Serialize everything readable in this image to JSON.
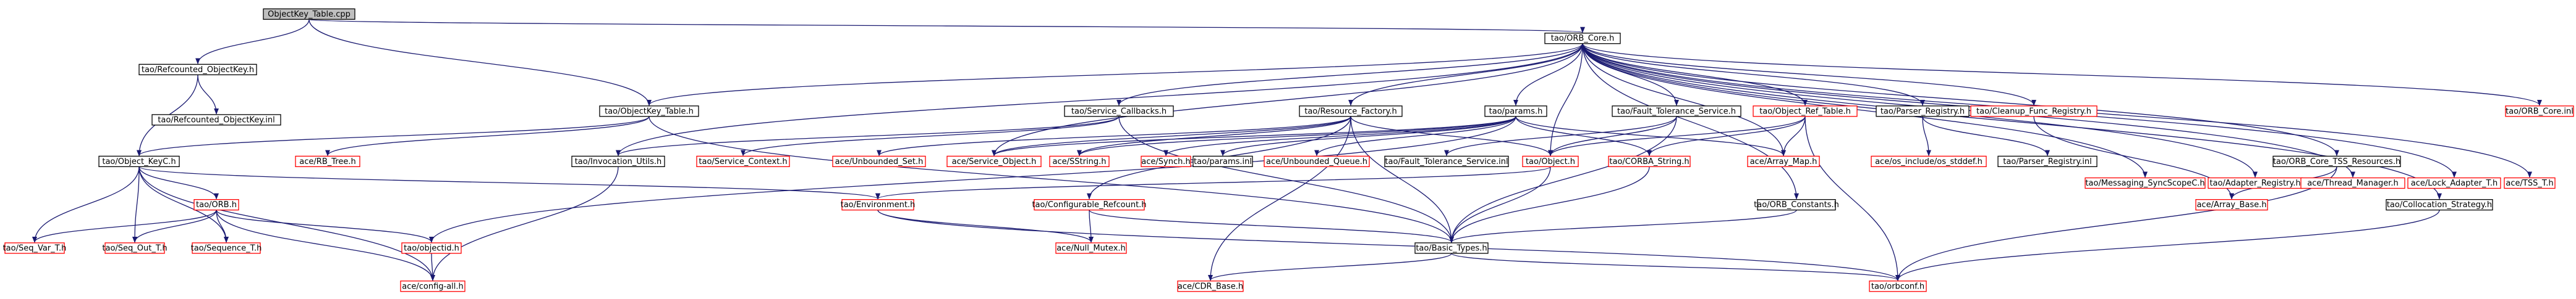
{
  "colors": {
    "background": "#ffffff",
    "edge": "#191970",
    "node_border_normal": "#000000",
    "node_border_missing": "#ff0000",
    "node_fill_root": "#bfbfbf",
    "node_fill": "#ffffff"
  },
  "nodes": [
    {
      "id": "root",
      "label": "ObjectKey_Table.cpp",
      "style": "root"
    },
    {
      "id": "refcounted_objectkey_h",
      "label": "tao/Refcounted_ObjectKey.h",
      "style": "normal"
    },
    {
      "id": "orb_core_h",
      "label": "tao/ORB_Core.h",
      "style": "normal"
    },
    {
      "id": "objectkey_table_h",
      "label": "tao/ObjectKey_Table.h",
      "style": "normal"
    },
    {
      "id": "refcounted_objectkey_inl",
      "label": "tao/Refcounted_ObjectKey.inl",
      "style": "normal"
    },
    {
      "id": "object_keyc_h",
      "label": "tao/Object_KeyC.h",
      "style": "normal"
    },
    {
      "id": "rb_tree_h",
      "label": "ace/RB_Tree.h",
      "style": "missing"
    },
    {
      "id": "service_callbacks_h",
      "label": "tao/Service_Callbacks.h",
      "style": "normal"
    },
    {
      "id": "resource_factory_h",
      "label": "tao/Resource_Factory.h",
      "style": "normal"
    },
    {
      "id": "params_h",
      "label": "tao/params.h",
      "style": "normal"
    },
    {
      "id": "fault_tolerance_service_h",
      "label": "tao/Fault_Tolerance_Service.h",
      "style": "normal"
    },
    {
      "id": "object_ref_table_h",
      "label": "tao/Object_Ref_Table.h",
      "style": "missing"
    },
    {
      "id": "parser_registry_h",
      "label": "tao/Parser_Registry.h",
      "style": "normal"
    },
    {
      "id": "cleanup_func_registry_h",
      "label": "tao/Cleanup_Func_Registry.h",
      "style": "missing"
    },
    {
      "id": "messaging_syncscopec_h",
      "label": "tao/Messaging_SyncScopeC.h",
      "style": "missing"
    },
    {
      "id": "adapter_registry_h",
      "label": "tao/Adapter_Registry.h",
      "style": "missing"
    },
    {
      "id": "thread_manager_h",
      "label": "ace/Thread_Manager.h",
      "style": "missing"
    },
    {
      "id": "lock_adapter_t_h",
      "label": "ace/Lock_Adapter_T.h",
      "style": "missing"
    },
    {
      "id": "tss_t_h",
      "label": "ace/TSS_T.h",
      "style": "missing"
    },
    {
      "id": "orb_core_inl",
      "label": "tao/ORB_Core.inl",
      "style": "missing"
    },
    {
      "id": "invocation_utils_h",
      "label": "tao/Invocation_Utils.h",
      "style": "normal"
    },
    {
      "id": "service_context_h",
      "label": "tao/Service_Context.h",
      "style": "missing"
    },
    {
      "id": "unbounded_set_h",
      "label": "ace/Unbounded_Set.h",
      "style": "missing"
    },
    {
      "id": "service_object_h",
      "label": "ace/Service_Object.h",
      "style": "missing"
    },
    {
      "id": "sstring_h",
      "label": "ace/SString.h",
      "style": "missing"
    },
    {
      "id": "synch_h",
      "label": "ace/Synch.h",
      "style": "missing"
    },
    {
      "id": "params_inl",
      "label": "tao/params.inl",
      "style": "normal"
    },
    {
      "id": "unbounded_queue_h",
      "label": "ace/Unbounded_Queue.h",
      "style": "missing"
    },
    {
      "id": "fault_tolerance_service_inl",
      "label": "tao/Fault_Tolerance_Service.inl",
      "style": "normal"
    },
    {
      "id": "object_h",
      "label": "tao/Object.h",
      "style": "missing"
    },
    {
      "id": "corba_string_h",
      "label": "tao/CORBA_String.h",
      "style": "missing"
    },
    {
      "id": "array_map_h",
      "label": "ace/Array_Map.h",
      "style": "missing"
    },
    {
      "id": "os_include_os_stddef_h",
      "label": "ace/os_include/os_stddef.h",
      "style": "missing"
    },
    {
      "id": "parser_registry_inl",
      "label": "tao/Parser_Registry.inl",
      "style": "normal"
    },
    {
      "id": "orb_core_tss_resources_h",
      "label": "tao/ORB_Core_TSS_Resources.h",
      "style": "normal"
    },
    {
      "id": "orb_h",
      "label": "tao/ORB.h",
      "style": "missing"
    },
    {
      "id": "environment_h",
      "label": "tao/Environment.h",
      "style": "missing"
    },
    {
      "id": "configurable_refcount_h",
      "label": "tao/Configurable_Refcount.h",
      "style": "missing"
    },
    {
      "id": "orb_constants_h",
      "label": "tao/ORB_Constants.h",
      "style": "normal"
    },
    {
      "id": "array_base_h",
      "label": "ace/Array_Base.h",
      "style": "missing"
    },
    {
      "id": "collocation_strategy_h",
      "label": "tao/Collocation_Strategy.h",
      "style": "normal"
    },
    {
      "id": "seq_var_t_h",
      "label": "tao/Seq_Var_T.h",
      "style": "missing"
    },
    {
      "id": "seq_out_t_h",
      "label": "tao/Seq_Out_T.h",
      "style": "missing"
    },
    {
      "id": "sequence_t_h",
      "label": "tao/Sequence_T.h",
      "style": "missing"
    },
    {
      "id": "objectid_h",
      "label": "tao/objectid.h",
      "style": "missing"
    },
    {
      "id": "null_mutex_h",
      "label": "ace/Null_Mutex.h",
      "style": "missing"
    },
    {
      "id": "basic_types_h",
      "label": "tao/Basic_Types.h",
      "style": "normal"
    },
    {
      "id": "config_all_h",
      "label": "ace/config-all.h",
      "style": "missing"
    },
    {
      "id": "cdr_base_h",
      "label": "ace/CDR_Base.h",
      "style": "missing"
    },
    {
      "id": "orbconf_h",
      "label": "tao/orbconf.h",
      "style": "missing"
    }
  ],
  "edges": [
    [
      "root",
      "refcounted_objectkey_h"
    ],
    [
      "root",
      "orb_core_h"
    ],
    [
      "root",
      "objectkey_table_h"
    ],
    [
      "refcounted_objectkey_h",
      "refcounted_objectkey_inl"
    ],
    [
      "refcounted_objectkey_h",
      "object_keyc_h"
    ],
    [
      "objectkey_table_h",
      "object_keyc_h"
    ],
    [
      "objectkey_table_h",
      "rb_tree_h"
    ],
    [
      "objectkey_table_h",
      "basic_types_h"
    ],
    [
      "orb_core_h",
      "objectkey_table_h"
    ],
    [
      "orb_core_h",
      "service_callbacks_h"
    ],
    [
      "orb_core_h",
      "resource_factory_h"
    ],
    [
      "orb_core_h",
      "params_h"
    ],
    [
      "orb_core_h",
      "fault_tolerance_service_h"
    ],
    [
      "orb_core_h",
      "object_ref_table_h"
    ],
    [
      "orb_core_h",
      "parser_registry_h"
    ],
    [
      "orb_core_h",
      "cleanup_func_registry_h"
    ],
    [
      "orb_core_h",
      "messaging_syncscopec_h"
    ],
    [
      "orb_core_h",
      "adapter_registry_h"
    ],
    [
      "orb_core_h",
      "thread_manager_h"
    ],
    [
      "orb_core_h",
      "lock_adapter_t_h"
    ],
    [
      "orb_core_h",
      "tss_t_h"
    ],
    [
      "orb_core_h",
      "orb_core_inl"
    ],
    [
      "orb_core_h",
      "orb_core_tss_resources_h"
    ],
    [
      "orb_core_h",
      "collocation_strategy_h"
    ],
    [
      "orb_core_h",
      "object_h"
    ],
    [
      "orb_core_h",
      "orb_constants_h"
    ],
    [
      "orb_core_h",
      "invocation_utils_h"
    ],
    [
      "orb_core_h",
      "service_object_h"
    ],
    [
      "orb_core_h",
      "array_map_h"
    ],
    [
      "object_keyc_h",
      "orb_h"
    ],
    [
      "object_keyc_h",
      "seq_var_t_h"
    ],
    [
      "object_keyc_h",
      "seq_out_t_h"
    ],
    [
      "object_keyc_h",
      "sequence_t_h"
    ],
    [
      "object_keyc_h",
      "environment_h"
    ],
    [
      "object_keyc_h",
      "config_all_h"
    ],
    [
      "orb_h",
      "seq_var_t_h"
    ],
    [
      "orb_h",
      "seq_out_t_h"
    ],
    [
      "orb_h",
      "sequence_t_h"
    ],
    [
      "orb_h",
      "objectid_h"
    ],
    [
      "orb_h",
      "config_all_h"
    ],
    [
      "objectid_h",
      "config_all_h"
    ],
    [
      "invocation_utils_h",
      "config_all_h"
    ],
    [
      "service_callbacks_h",
      "invocation_utils_h"
    ],
    [
      "service_callbacks_h",
      "service_context_h"
    ],
    [
      "service_callbacks_h",
      "basic_types_h"
    ],
    [
      "resource_factory_h",
      "unbounded_set_h"
    ],
    [
      "resource_factory_h",
      "service_object_h"
    ],
    [
      "resource_factory_h",
      "sstring_h"
    ],
    [
      "resource_factory_h",
      "configurable_refcount_h"
    ],
    [
      "resource_factory_h",
      "basic_types_h"
    ],
    [
      "resource_factory_h",
      "cdr_base_h"
    ],
    [
      "resource_factory_h",
      "object_h"
    ],
    [
      "params_h",
      "synch_h"
    ],
    [
      "params_h",
      "params_inl"
    ],
    [
      "params_h",
      "unbounded_queue_h"
    ],
    [
      "params_h",
      "sstring_h"
    ],
    [
      "params_h",
      "service_object_h"
    ],
    [
      "params_h",
      "array_map_h"
    ],
    [
      "params_h",
      "corba_string_h"
    ],
    [
      "params_h",
      "objectid_h"
    ],
    [
      "fault_tolerance_service_h",
      "fault_tolerance_service_inl"
    ],
    [
      "fault_tolerance_service_h",
      "object_h"
    ],
    [
      "fault_tolerance_service_h",
      "basic_types_h"
    ],
    [
      "object_ref_table_h",
      "object_h"
    ],
    [
      "object_ref_table_h",
      "corba_string_h"
    ],
    [
      "object_ref_table_h",
      "array_map_h"
    ],
    [
      "object_ref_table_h",
      "orbconf_h"
    ],
    [
      "parser_registry_h",
      "os_include_os_stddef_h"
    ],
    [
      "parser_registry_h",
      "parser_registry_inl"
    ],
    [
      "cleanup_func_registry_h",
      "array_base_h"
    ],
    [
      "orb_core_tss_resources_h",
      "array_base_h"
    ],
    [
      "orb_core_tss_resources_h",
      "orbconf_h"
    ],
    [
      "collocation_strategy_h",
      "orbconf_h"
    ],
    [
      "object_h",
      "environment_h"
    ],
    [
      "object_h",
      "basic_types_h"
    ],
    [
      "corba_string_h",
      "basic_types_h"
    ],
    [
      "environment_h",
      "null_mutex_h"
    ],
    [
      "environment_h",
      "orbconf_h"
    ],
    [
      "configurable_refcount_h",
      "null_mutex_h"
    ],
    [
      "configurable_refcount_h",
      "basic_types_h"
    ],
    [
      "orb_constants_h",
      "basic_types_h"
    ],
    [
      "basic_types_h",
      "cdr_base_h"
    ],
    [
      "basic_types_h",
      "orbconf_h"
    ]
  ]
}
